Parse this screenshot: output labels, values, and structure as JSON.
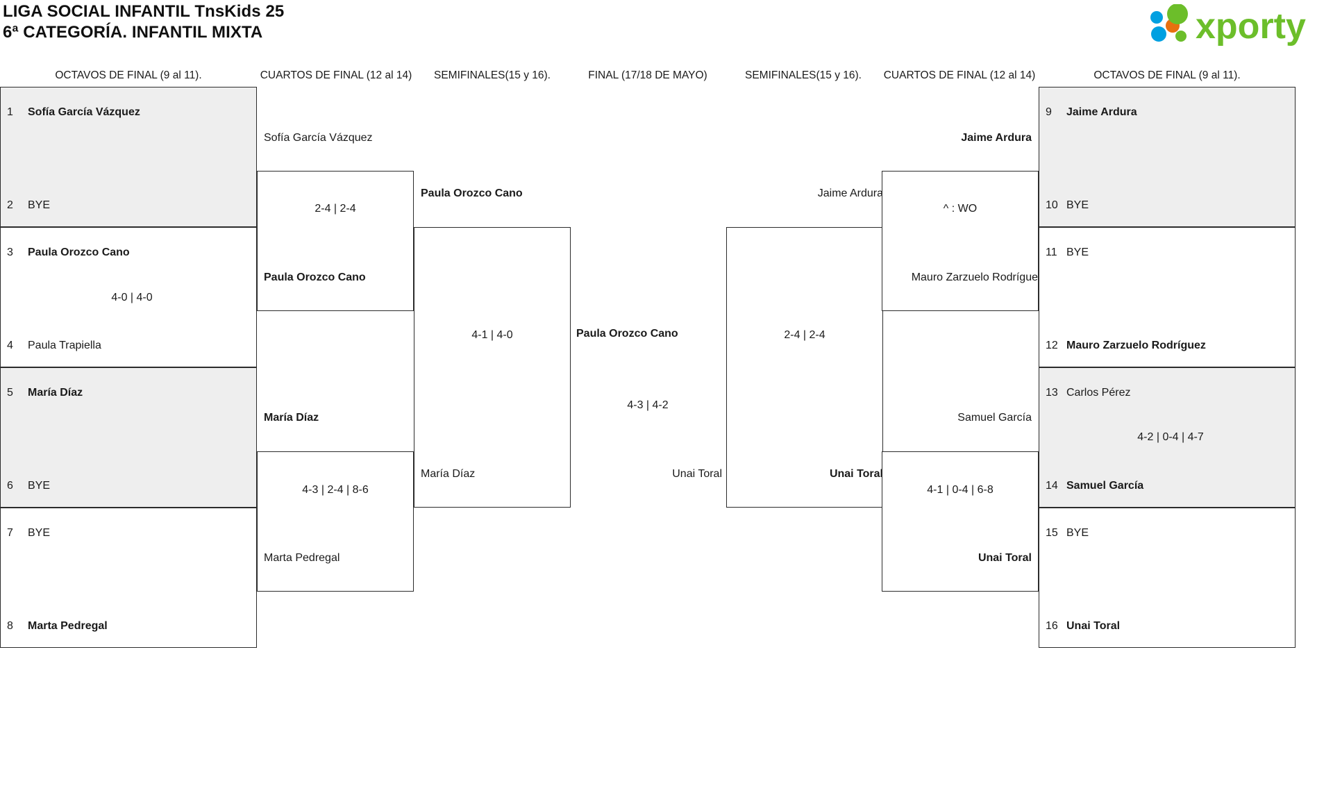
{
  "header": {
    "title_line1": "LIGA SOCIAL INFANTIL TnsKids 25",
    "title_line2": "6ª CATEGORÍA. INFANTIL MIXTA",
    "logo_text": "xporty",
    "logo_colors": {
      "green": "#6cbe2a",
      "blue": "#00a0e1",
      "orange": "#e8700f"
    }
  },
  "round_headers": {
    "left_r16": "OCTAVOS DE FINAL (9 al 11).",
    "left_qf": "CUARTOS DE FINAL (12 al 14)",
    "left_sf": "SEMIFINALES(15 y 16).",
    "final": "FINAL (17/18 DE MAYO)",
    "right_sf": "SEMIFINALES(15 y 16).",
    "right_qf": "CUARTOS DE FINAL (12 al 14)",
    "right_r16": "OCTAVOS DE FINAL (9 al 11)."
  },
  "bracket": {
    "left_r16": [
      {
        "seed": "1",
        "name": "Sofía García Vázquez",
        "winner": true
      },
      {
        "seed": "2",
        "name": "BYE",
        "winner": false
      },
      {
        "seed": "3",
        "name": "Paula Orozco Cano",
        "winner": true
      },
      {
        "seed": "4",
        "name": "Paula Trapiella",
        "winner": false
      },
      {
        "seed": "5",
        "name": "María Díaz",
        "winner": true
      },
      {
        "seed": "6",
        "name": "BYE",
        "winner": false
      },
      {
        "seed": "7",
        "name": "BYE",
        "winner": false
      },
      {
        "seed": "8",
        "name": "Marta Pedregal",
        "winner": true
      }
    ],
    "left_r16_scores": [
      "",
      "4-0 | 4-0",
      "",
      ""
    ],
    "left_qf": [
      {
        "name": "Sofía García Vázquez",
        "winner": false
      },
      {
        "name": "Paula Orozco Cano",
        "winner": true
      },
      {
        "name": "María Díaz",
        "winner": true
      },
      {
        "name": "Marta Pedregal",
        "winner": false
      }
    ],
    "left_qf_scores": [
      "2-4 | 2-4",
      "4-3 | 2-4 | 8-6"
    ],
    "left_sf": [
      {
        "name": "Paula Orozco Cano",
        "winner": true
      },
      {
        "name": "María Díaz",
        "winner": false
      }
    ],
    "left_sf_score": "4-1 | 4-0",
    "final": [
      {
        "name": "Paula Orozco Cano",
        "winner": true
      },
      {
        "name": "Unai Toral",
        "winner": false
      }
    ],
    "final_score": "4-3 | 4-2",
    "right_sf": [
      {
        "name": "Jaime Ardura",
        "winner": false
      },
      {
        "name": "Unai Toral",
        "winner": true
      }
    ],
    "right_sf_score": "2-4 | 2-4",
    "right_qf": [
      {
        "name": "Jaime Ardura",
        "winner": true
      },
      {
        "name": "Mauro Zarzuelo Rodríguez",
        "winner": false
      },
      {
        "name": "Samuel García",
        "winner": false
      },
      {
        "name": "Unai Toral",
        "winner": true
      }
    ],
    "right_qf_scores": [
      "^ : WO",
      "4-1 | 0-4 | 6-8"
    ],
    "right_r16": [
      {
        "seed": "9",
        "name": "Jaime Ardura",
        "winner": true
      },
      {
        "seed": "10",
        "name": "BYE",
        "winner": false
      },
      {
        "seed": "11",
        "name": "BYE",
        "winner": false
      },
      {
        "seed": "12",
        "name": "Mauro Zarzuelo Rodríguez",
        "winner": true
      },
      {
        "seed": "13",
        "name": "Carlos Pérez",
        "winner": false
      },
      {
        "seed": "14",
        "name": "Samuel García",
        "winner": true
      },
      {
        "seed": "15",
        "name": "BYE",
        "winner": false
      },
      {
        "seed": "16",
        "name": "Unai Toral",
        "winner": true
      }
    ],
    "right_r16_scores": [
      "",
      "",
      "4-2 | 0-4 | 4-7",
      ""
    ]
  }
}
